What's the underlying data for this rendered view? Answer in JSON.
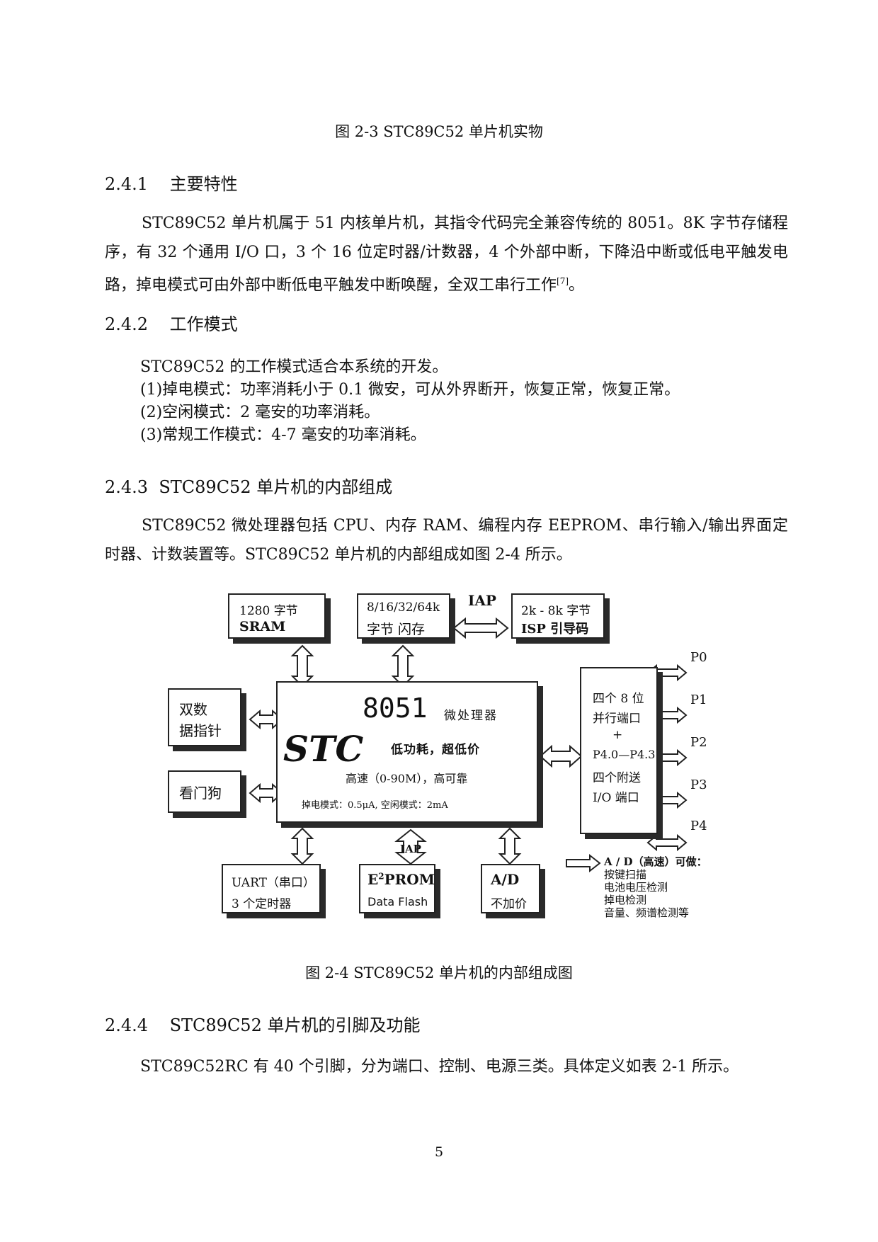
{
  "fig3_caption": "图 2-3  STC89C52 单片机实物",
  "sec241": {
    "num": "2.4.1",
    "title": "主要特性"
  },
  "sec241_para": "STC89C52 单片机属于 51 内核单片机，其指令代码完全兼容传统的 8051。8K 字节存储程序，有 32 个通用 I/O 口，3 个 16 位定时器/计数器，4 个外部中断，下降沿中断或低电平触发电路，掉电模式可由外部中断低电平触发中断唤醒，全双工串行工作",
  "sec241_ref": "[7]",
  "sec241_end": "。",
  "sec242": {
    "num": "2.4.2",
    "title": "工作模式"
  },
  "sec242_lines": [
    "STC89C52 的工作模式适合本系统的开发。",
    "(1)掉电模式：功率消耗小于 0.1 微安，可从外界断开，恢复正常，恢复正常。",
    "(2)空闲模式：2 毫安的功率消耗。",
    "(3)常规工作模式：4-7 毫安的功率消耗。"
  ],
  "sec243": {
    "num": "2.4.3",
    "title": "STC89C52 单片机的内部组成"
  },
  "sec243_para": "STC89C52 微处理器包括 CPU、内存 RAM、编程内存 EEPROM、串行输入/输出界面定时器、计数装置等。STC89C52 单片机的内部组成如图 2-4 所示。",
  "diagram": {
    "sram": {
      "l1": "1280  字节",
      "l2": "SRAM"
    },
    "flash": {
      "l1": "8/16/32/64k",
      "l2": "字节 闪存"
    },
    "iap_top": "IAP",
    "isp": {
      "l1": "2k - 8k  字节",
      "l2": "ISP  引导码"
    },
    "dptr": {
      "l1": "双数",
      "l2": "据指针"
    },
    "watchdog": "看门狗",
    "cpu": {
      "n8051": "8051",
      "micro": "微处理器",
      "stc": "STC",
      "low_power": "低功耗，超低价",
      "speed": "高速（0-90M），高可靠",
      "modes": "掉电模式：0.5μA,  空闲模式：2mA"
    },
    "ports": {
      "l1": "四个 8 位",
      "l2": "并行端口",
      "l3": "+",
      "l4": "P4.0—P4.3",
      "l5": "四个附送",
      "l6": "I/O 端口"
    },
    "port_labels": [
      "P0",
      "P1",
      "P2",
      "P3",
      "P4"
    ],
    "uart": {
      "l1": "UART（串口）",
      "l2": "3 个定时器"
    },
    "iap_bottom": "IAP",
    "eeprom": {
      "l1a": "E",
      "l1sup": "2",
      "l1b": "PROM",
      "l2": "Data Flash"
    },
    "ad": {
      "l1": "A/D",
      "l2": "不加价"
    },
    "ad_note": [
      "A / D（高速）可做：",
      "按键扫描",
      "电池电压检测",
      "掉电检测",
      "音量、频谱检测等"
    ]
  },
  "fig4_caption": "图 2-4  STC89C52 单片机的内部组成图",
  "sec244": {
    "num": "2.4.4",
    "title": "STC89C52 单片机的引脚及功能"
  },
  "sec244_para": "STC89C52RC 有 40 个引脚，分为端口、控制、电源三类。具体定义如表 2-1 所示。",
  "page_number": "5"
}
